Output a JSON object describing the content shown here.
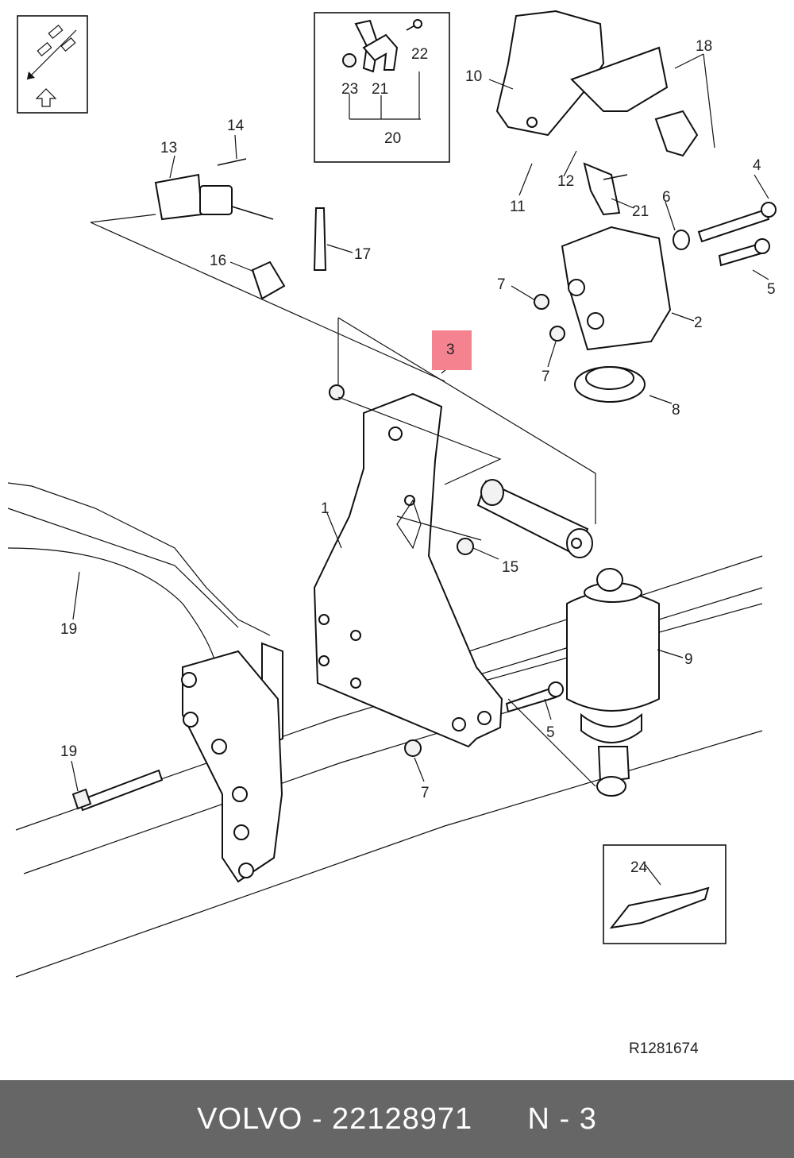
{
  "callouts": {
    "c1": "1",
    "c2": "2",
    "c3": "3",
    "c4": "4",
    "c5a": "5",
    "c5b": "5",
    "c6": "6",
    "c7a": "7",
    "c7b": "7",
    "c7c": "7",
    "c8": "8",
    "c9": "9",
    "c10": "10",
    "c11": "11",
    "c12": "12",
    "c13": "13",
    "c14": "14",
    "c15": "15",
    "c16": "16",
    "c17": "17",
    "c18": "18",
    "c19a": "19",
    "c19b": "19",
    "c20": "20",
    "c21a": "21",
    "c21b": "21",
    "c22": "22",
    "c23": "23",
    "c24": "24"
  },
  "reference_code": "R1281674",
  "footer": {
    "brand": "VOLVO",
    "sep": " - ",
    "part_number": "22128971",
    "gap": "      ",
    "position": "N - 3"
  },
  "colors": {
    "highlight": "#f4838f",
    "footer_bg": "#666666"
  }
}
